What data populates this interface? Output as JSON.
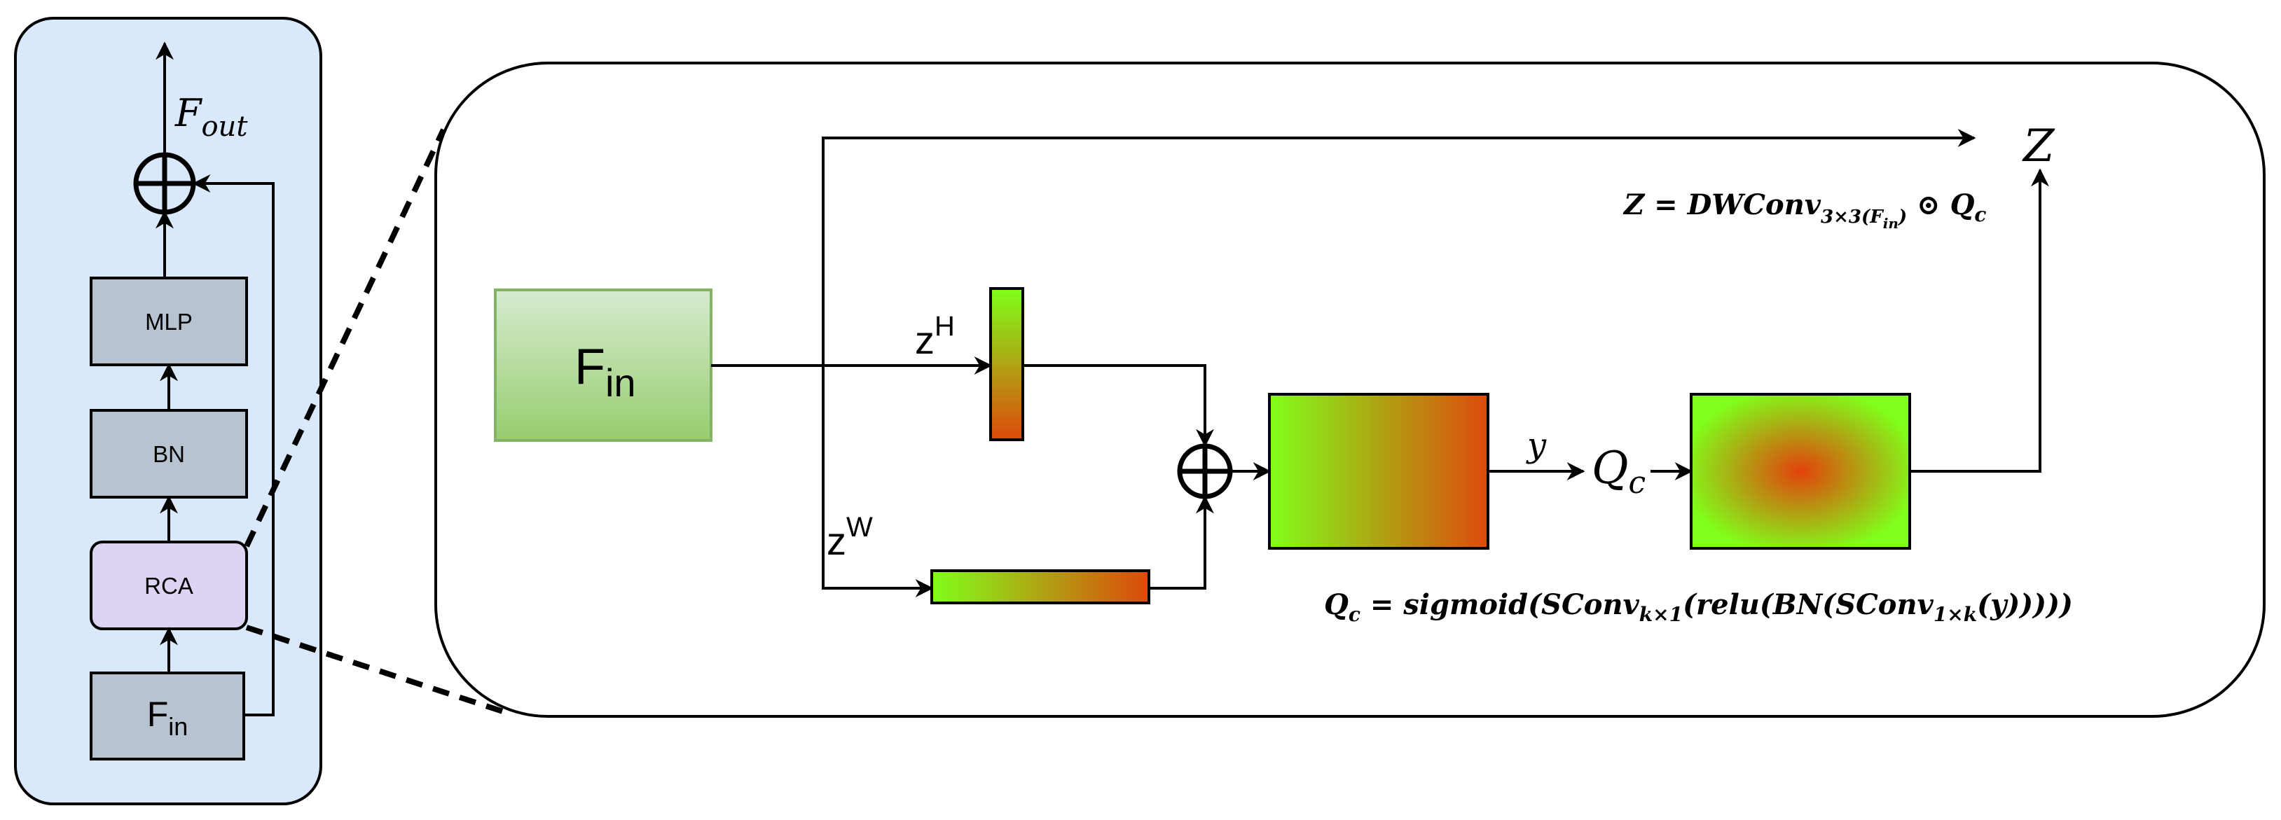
{
  "left_panel": {
    "blocks": {
      "mlp": "MLP",
      "bn": "BN",
      "rca": "RCA",
      "fin_base": "F",
      "fin_sub": "in"
    },
    "output": {
      "base": "F",
      "sub": "out"
    },
    "colors": {
      "panel_bg": "#dae8fc",
      "block": "#b8c3d1",
      "rca": "#ddd3f3"
    }
  },
  "right_panel": {
    "input": {
      "base": "F",
      "sub": "in"
    },
    "zh": {
      "base": "z",
      "sup": "H"
    },
    "zw": {
      "base": "z",
      "sup": "W"
    },
    "y_label": "y",
    "qc_label": {
      "base": "Q",
      "sub": "c"
    },
    "z_label": "Z",
    "z_formula": {
      "lhs": "Z = DWConv",
      "sub": "3×3(F",
      "subsub": "in",
      "sub_close": ")",
      "rhs": " ⊙ Q",
      "rhs_sub": "c"
    },
    "qc_formula": {
      "lhs": "Q",
      "lhs_sub": "c",
      "p1": " = sigmoid(SConv",
      "s1": "k×1",
      "p2": "(relu(BN(SConv",
      "s2": "1×k",
      "p3": "(y)))))"
    },
    "colors": {
      "green": "#80ff1a",
      "orange": "#dd4a0c",
      "input_box": "#9fd17c"
    }
  }
}
